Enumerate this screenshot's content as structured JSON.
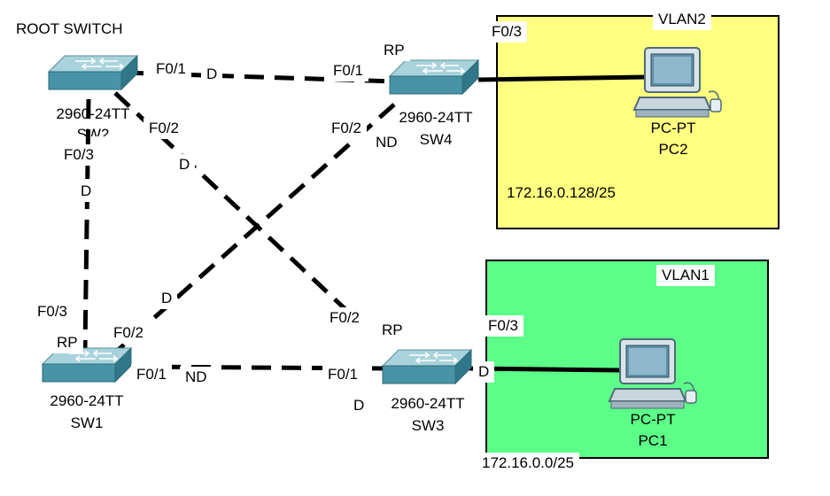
{
  "title": "ROOT SWITCH",
  "colors": {
    "vlan2_fill": "#ffff80",
    "vlan1_fill": "#5cff88",
    "switch_top": "#9fc9d2",
    "switch_side": "#3f8fa0",
    "link": "#000000"
  },
  "vlans": {
    "vlan2": {
      "name": "VLAN2",
      "subnet": "172.16.0.128/25",
      "pc_type": "PC-PT",
      "pc_name": "PC2"
    },
    "vlan1": {
      "name": "VLAN1",
      "subnet": "172.16.0.0/25",
      "pc_type": "PC-PT",
      "pc_name": "PC1"
    }
  },
  "switches": {
    "sw2": {
      "model": "2960-24TT",
      "name": "SW2"
    },
    "sw4": {
      "model": "2960-24TT",
      "name": "SW4"
    },
    "sw1": {
      "model": "2960-24TT",
      "name": "SW1"
    },
    "sw3": {
      "model": "2960-24TT",
      "name": "SW3"
    }
  },
  "ports": {
    "sw2_f01": "F0/1",
    "sw2_f02": "F0/2",
    "sw2_f03": "F0/3",
    "sw4_f01": "F0/1",
    "sw4_f02": "F0/2",
    "sw4_f03": "F0/3",
    "sw1_f03": "F0/3",
    "sw1_f02": "F0/2",
    "sw1_f01": "F0/1",
    "sw3_f02": "F0/2",
    "sw3_f01": "F0/1",
    "sw3_f03": "F0/3"
  },
  "roles": {
    "sw2_f01": "D",
    "sw2_f02": "D",
    "sw2_f03": "D",
    "sw4_f01": "RP",
    "sw4_f02": "ND",
    "sw1_f03": "RP",
    "sw1_f02": "D",
    "sw1_f01": "ND",
    "sw3_f02": "RP",
    "sw3_f01": "D",
    "sw3_f03": "D"
  },
  "links": [
    {
      "from": "SW2",
      "to": "SW4",
      "style": "dashed"
    },
    {
      "from": "SW2",
      "to": "SW3",
      "style": "dashed"
    },
    {
      "from": "SW2",
      "to": "SW1",
      "style": "dashed"
    },
    {
      "from": "SW4",
      "to": "SW1",
      "style": "dashed"
    },
    {
      "from": "SW1",
      "to": "SW3",
      "style": "dashed"
    },
    {
      "from": "SW4",
      "to": "PC2",
      "style": "solid"
    },
    {
      "from": "SW3",
      "to": "PC1",
      "style": "solid"
    }
  ]
}
